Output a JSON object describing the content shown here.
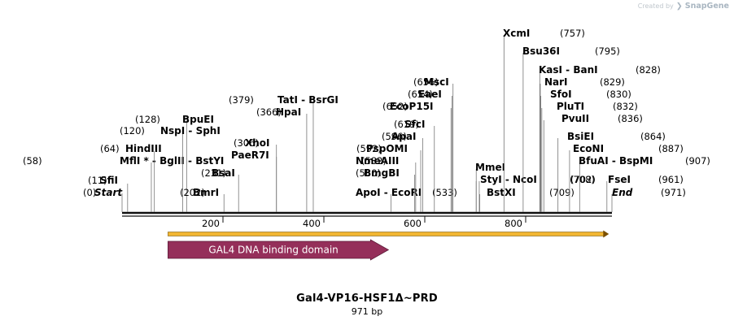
{
  "brand": {
    "prefix": "Created by",
    "name": "SnapGene"
  },
  "title": "Gal4-VP16-HSF1Δ~PRD",
  "subtitle": "971 bp",
  "sequence": {
    "length": 971
  },
  "ticks": [
    {
      "bp": 200,
      "label": "200"
    },
    {
      "bp": 400,
      "label": "400"
    },
    {
      "bp": 600,
      "label": "600"
    },
    {
      "bp": 800,
      "label": "800"
    }
  ],
  "features": [
    {
      "label": "",
      "start": 91,
      "end": 965,
      "color": "#f2b632",
      "edge": "#7a5a10",
      "style": "arrow-thin"
    },
    {
      "label": "GAL4 DNA binding domain",
      "start": 91,
      "end": 528,
      "color": "#952f5a",
      "edge": "#5b1c38",
      "style": "arrow-box"
    }
  ],
  "sites": [
    {
      "label_pos": "(0)",
      "label_name": "Start",
      "italic": true,
      "bp": 0,
      "bps": [
        0
      ]
    },
    {
      "label_pos": "(11)",
      "label_name": "SfiI",
      "bp": 11,
      "bps": [
        11
      ]
    },
    {
      "label_pos": "(58)",
      "label_name": "MflI * - BglII - BstYI",
      "bp": 58,
      "bps": [
        58
      ]
    },
    {
      "label_pos": "(64)",
      "label_name": "HindIII",
      "bp": 64,
      "bps": [
        64
      ]
    },
    {
      "label_pos": "(120)",
      "label_name": "NspI - SphI",
      "bp": 120,
      "bps": [
        120
      ]
    },
    {
      "label_pos": "(128)",
      "label_name": "BpuEI",
      "bp": 128,
      "bps": [
        128
      ]
    },
    {
      "label_pos": "(202)",
      "label_name": "BmrI",
      "bp": 202,
      "bps": [
        202
      ]
    },
    {
      "label_pos": "(231)",
      "label_name": "BsaI",
      "bp": 231,
      "bps": [
        231
      ]
    },
    {
      "label_pos": "(306)",
      "label_name": "XhoI",
      "bp": 306,
      "bps": [
        306
      ]
    },
    {
      "label_pos": "",
      "label_name": "PaeR7I",
      "bp": 306,
      "bps": [
        306
      ]
    },
    {
      "label_pos": "(366)",
      "label_name": "HpaI",
      "bp": 366,
      "bps": [
        366
      ]
    },
    {
      "label_pos": "(379)",
      "label_name": "TatI - BsrGI",
      "bp": 379,
      "bps": [
        379
      ]
    },
    {
      "label_pos": "(533)",
      "label_name": "ApoI - EcoRI",
      "bp": 533,
      "bps": [
        533
      ]
    },
    {
      "label_pos": "(580)",
      "label_name": "BmgBI",
      "bp": 580,
      "bps": [
        580
      ]
    },
    {
      "label_pos": "(582)",
      "label_name": "NmeAIII",
      "bp": 582,
      "bps": [
        582
      ]
    },
    {
      "label_pos": "(592)",
      "label_name": "PspOMI",
      "bp": 592,
      "bps": [
        592
      ]
    },
    {
      "label_pos": "(596)",
      "label_name": "ApaI",
      "bp": 596,
      "bps": [
        596
      ]
    },
    {
      "label_pos": "(619)",
      "label_name": "SfcI",
      "bp": 619,
      "bps": [
        619
      ]
    },
    {
      "label_pos": "(652)",
      "label_name": "EcoP15I",
      "bp": 652,
      "bps": [
        652
      ]
    },
    {
      "label_pos": "(654)",
      "label_name": "EaeI",
      "bp": 654,
      "bps": [
        654
      ]
    },
    {
      "label_pos": "(656)",
      "label_name": "MscI",
      "bp": 656,
      "bps": [
        656
      ]
    },
    {
      "label_pos": "",
      "label_name": "MmeI",
      "bp": 702,
      "bps": [
        702
      ]
    },
    {
      "label_pos": "(702)",
      "label_name": "StyI - NcoI",
      "bp": 702,
      "bps": [
        702
      ]
    },
    {
      "label_pos": "(709)",
      "label_name": "BstXI",
      "bp": 709,
      "bps": [
        709
      ]
    },
    {
      "label_pos": "(757)",
      "label_name": "XcmI",
      "bp": 757,
      "bps": [
        757
      ]
    },
    {
      "label_pos": "(795)",
      "label_name": "Bsu36I",
      "bp": 795,
      "bps": [
        795
      ]
    },
    {
      "label_pos": "(828)",
      "label_name": "KasI - BanI",
      "bp": 828,
      "bps": [
        828
      ]
    },
    {
      "label_pos": "(829)",
      "label_name": "NarI",
      "bp": 829,
      "bps": [
        829
      ]
    },
    {
      "label_pos": "(830)",
      "label_name": "SfoI",
      "bp": 830,
      "bps": [
        830
      ]
    },
    {
      "label_pos": "(832)",
      "label_name": "PluTI",
      "bp": 832,
      "bps": [
        832
      ]
    },
    {
      "label_pos": "(836)",
      "label_name": "PvuII",
      "bp": 836,
      "bps": [
        836
      ]
    },
    {
      "label_pos": "(708)",
      "label_name": "",
      "bp": 708,
      "bps": [
        708
      ]
    },
    {
      "label_pos": "(864)",
      "label_name": "BsiEI",
      "bp": 864,
      "bps": [
        864
      ]
    },
    {
      "label_pos": "(887)",
      "label_name": "EcoNI",
      "bp": 887,
      "bps": [
        887
      ]
    },
    {
      "label_pos": "(907)",
      "label_name": "BfuAI - BspMI",
      "bp": 907,
      "bps": [
        907
      ]
    },
    {
      "label_pos": "(961)",
      "label_name": "FseI",
      "bp": 961,
      "bps": [
        961
      ]
    },
    {
      "label_pos": "(971)",
      "label_name": "End",
      "italic": true,
      "bp": 971,
      "bps": [
        971
      ]
    }
  ]
}
